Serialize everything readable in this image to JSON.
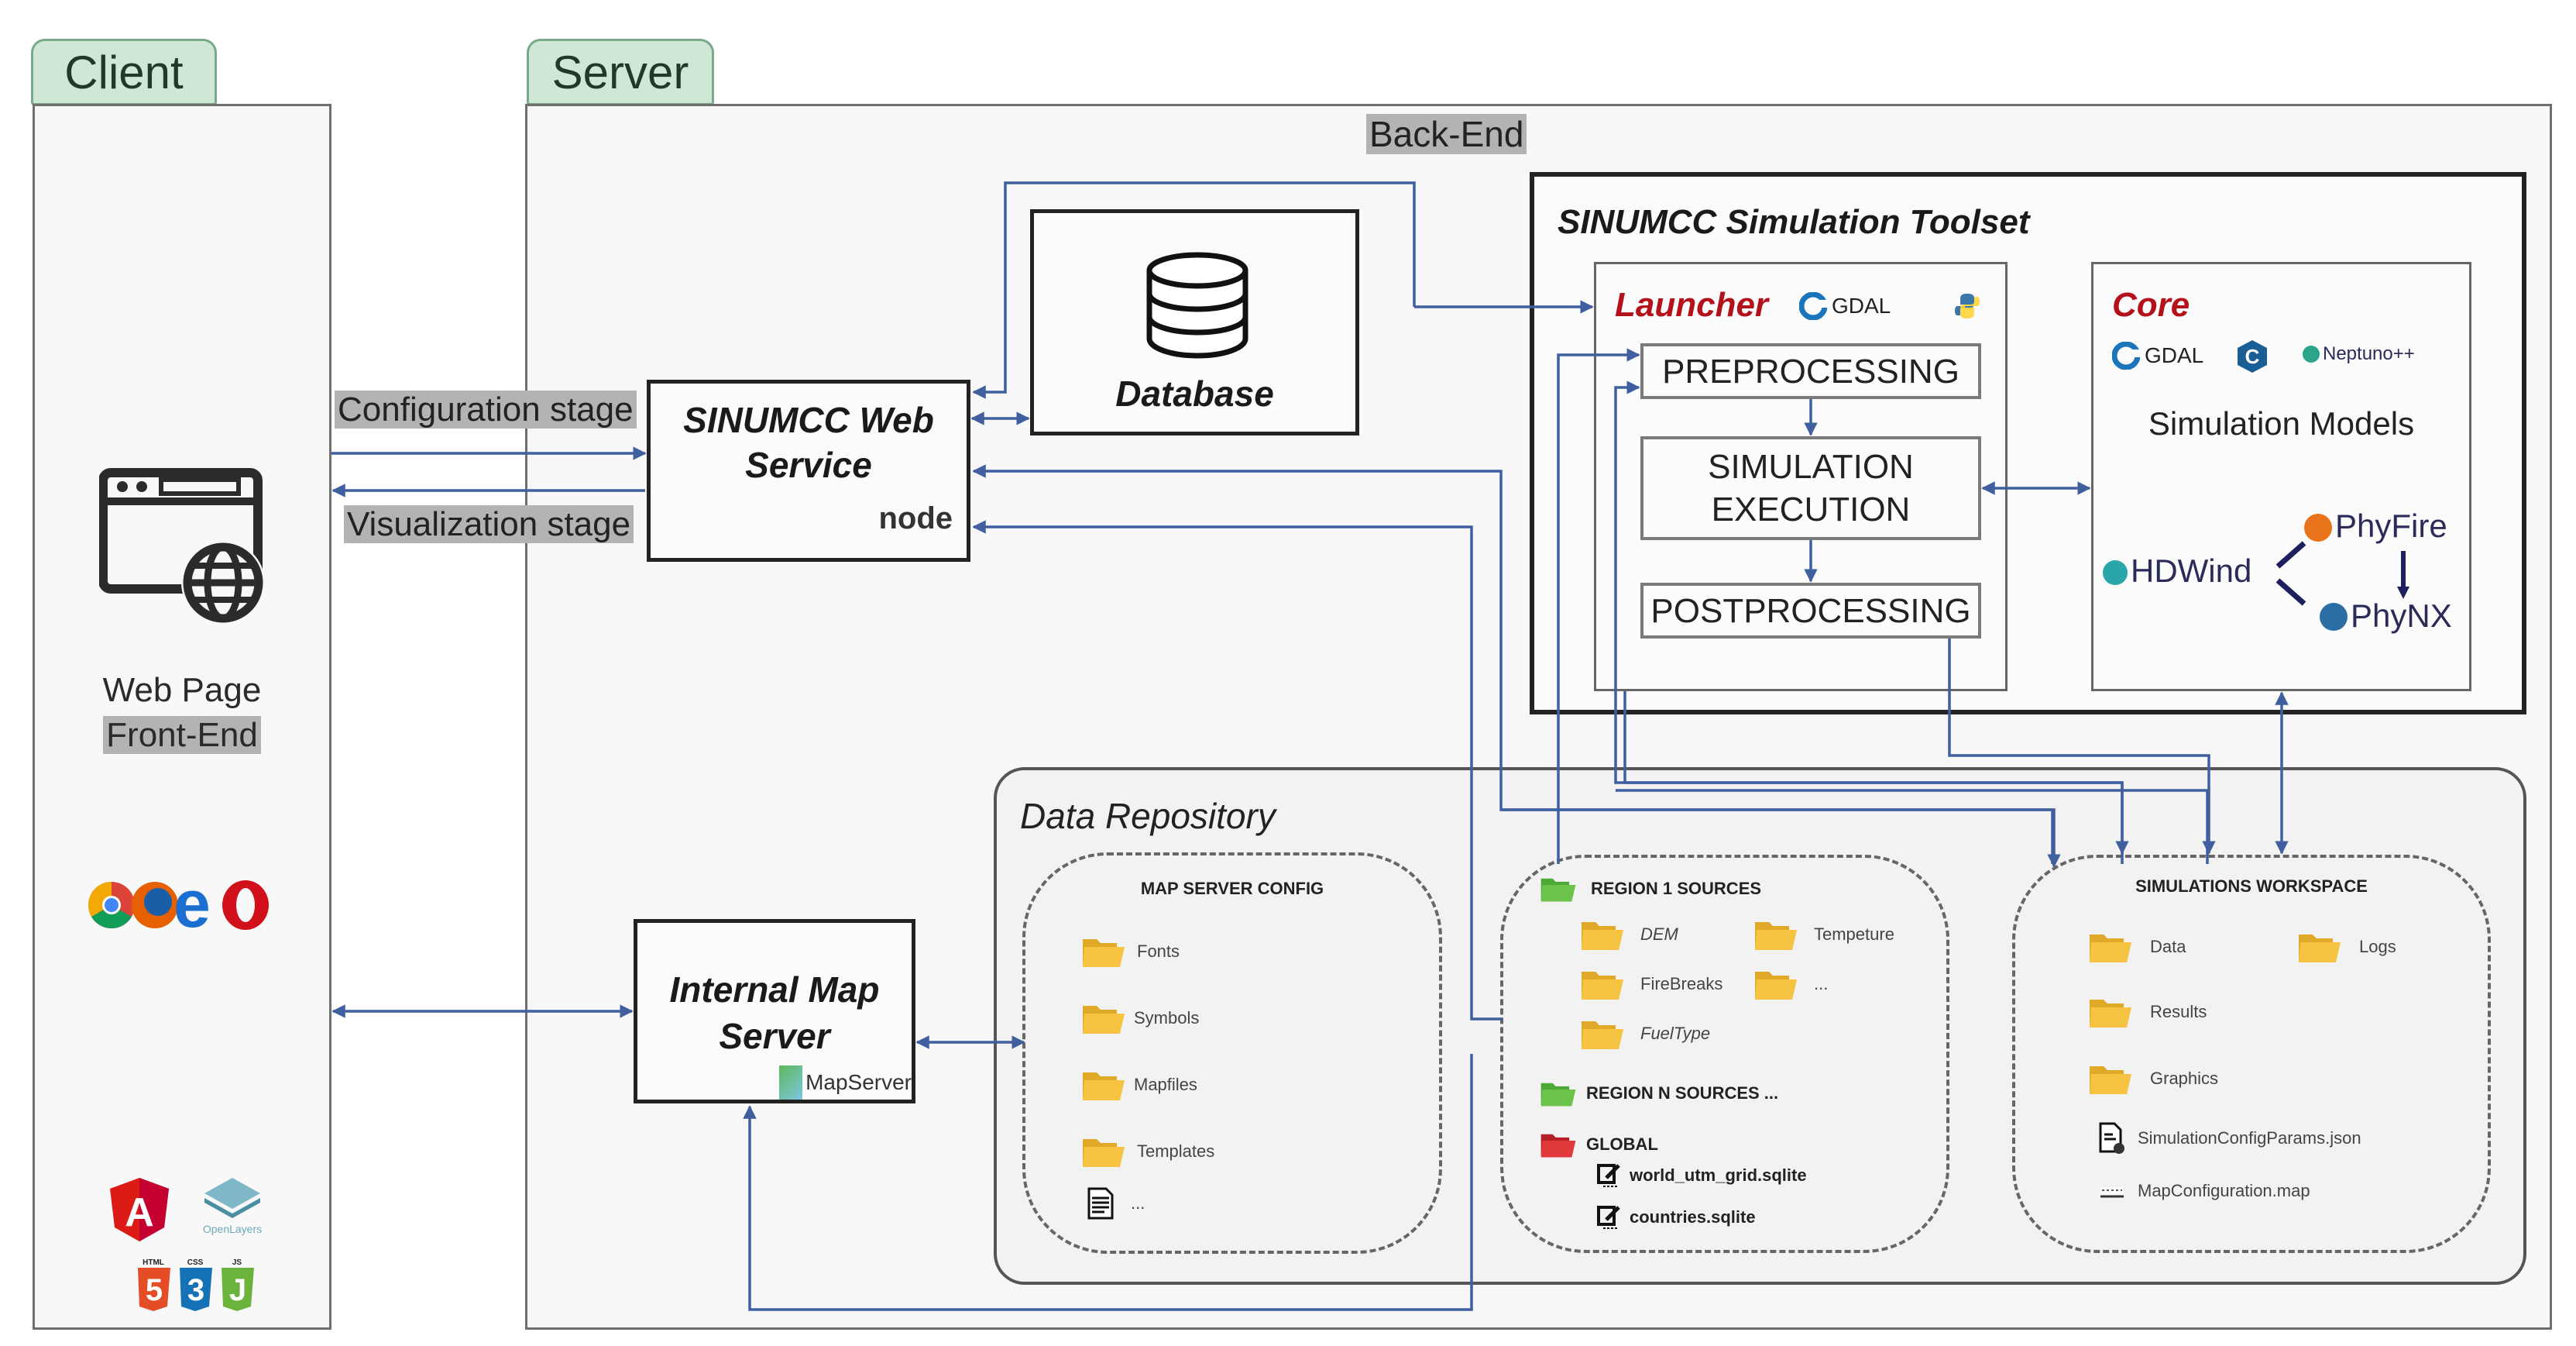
{
  "tabs": {
    "client": "Client",
    "server": "Server"
  },
  "client": {
    "web_page_label": "Web Page",
    "front_end_label": "Front-End",
    "browsers": [
      "chrome-icon",
      "firefox-icon",
      "edge-icon",
      "opera-icon"
    ],
    "tech_logos": {
      "angular": "A",
      "openlayers": "OpenLayers",
      "html": "HTML",
      "css": "CSS",
      "js": "JS",
      "html_num": "5",
      "css_num": "3",
      "js_letter": "J"
    }
  },
  "flows": {
    "configuration_stage": "Configuration stage",
    "visualization_stage": "Visualization stage"
  },
  "server": {
    "back_end_label": "Back-End",
    "web_service": {
      "title_line1": "SINUMCC Web",
      "title_line2": "Service",
      "logo": "node"
    },
    "database": {
      "title": "Database"
    },
    "map_server": {
      "title_line1": "Internal Map",
      "title_line2": "Server",
      "logo": "MapServer"
    },
    "toolset": {
      "title": "SINUMCC Simulation Toolset",
      "launcher": {
        "title": "Launcher",
        "logos": [
          "GDAL",
          "python-icon"
        ],
        "stages": [
          {
            "label_line1": "PREPROCESSING",
            "label_line2": ""
          },
          {
            "label_line1": "SIMULATION",
            "label_line2": "EXECUTION"
          },
          {
            "label_line1": "POSTPROCESSING",
            "label_line2": ""
          }
        ]
      },
      "core": {
        "title": "Core",
        "logos": [
          "GDAL",
          "C++",
          "Neptuno++"
        ],
        "models_title": "Simulation Models",
        "models": [
          "HDWind",
          "PhyFire",
          "PhyNX"
        ]
      }
    },
    "data_repository": {
      "title": "Data Repository",
      "map_server_config": {
        "title": "MAP SERVER CONFIG",
        "items": [
          "Fonts",
          "Symbols",
          "Mapfiles",
          "Templates",
          "..."
        ]
      },
      "region_sources": {
        "region1_title": "REGION 1 SOURCES",
        "region1_items": [
          "DEM",
          "Tempeture",
          "FireBreaks",
          "...",
          "FuelType"
        ],
        "regionN_title": "REGION N SOURCES ...",
        "global_title": "GLOBAL",
        "global_files": [
          "world_utm_grid.sqlite",
          "countries.sqlite"
        ]
      },
      "workspace": {
        "title": "SIMULATIONS WORKSPACE",
        "folders": [
          "Data",
          "Logs",
          "Results",
          "Graphics"
        ],
        "files": [
          "SimulationConfigParams.json",
          "MapConfiguration.map"
        ]
      }
    }
  },
  "colors": {
    "arrow": "#3f5f9f",
    "accent_red": "#b4121b",
    "tab_green": "#cfe8d6",
    "folder_yellow": "#f6c343",
    "folder_green": "#6cc24a",
    "folder_red": "#e0383b"
  }
}
